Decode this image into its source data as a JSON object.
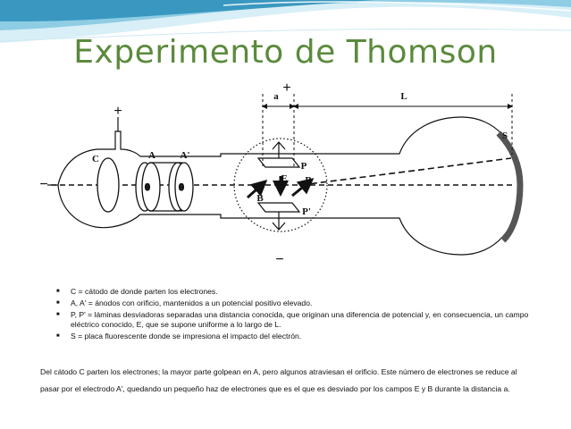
{
  "slide": {
    "title": "Experimento de Thomson"
  },
  "diagram": {
    "labels": {
      "cathode": "C",
      "anode_a": "A",
      "anode_a_prime": "A'",
      "plate_p": "P",
      "plate_p_prime": "P'",
      "field_e": "E",
      "field_b": "B",
      "field_b_right": "B",
      "screen": "S",
      "dist_a": "a",
      "dist_l": "L",
      "plus_top": "+",
      "plus_cathode": "+",
      "minus_left": "−",
      "minus_bottom": "−"
    }
  },
  "legend": {
    "items": [
      "C = cátodo de donde parten los electrones.",
      "A, A' = ánodos con orificio, mantenidos a un potencial positivo elevado.",
      "P, P' = láminas desviadoras separadas una distancia conocida, que originan una diferencia de potencial y, en consecuencia, un campo eléctrico conocido, E, que se supone uniforme a lo largo de L.",
      "S = placa fluorescente donde se impresiona el impacto del electrón."
    ]
  },
  "paragraph": {
    "text": "Del cátodo C parten los electrones; la mayor parte golpean en A, pero algunos atraviesan el orificio. Este número de electrones se reduce al pasar por el electrodo A', quedando un pequeño haz de electrones que es el que es desviado por los campos E y B durante la distancia a."
  },
  "colors": {
    "title": "#5b8a3c",
    "wave_dark": "#2e84a8",
    "wave_light": "#bfe3f0",
    "screen": "#555555"
  }
}
